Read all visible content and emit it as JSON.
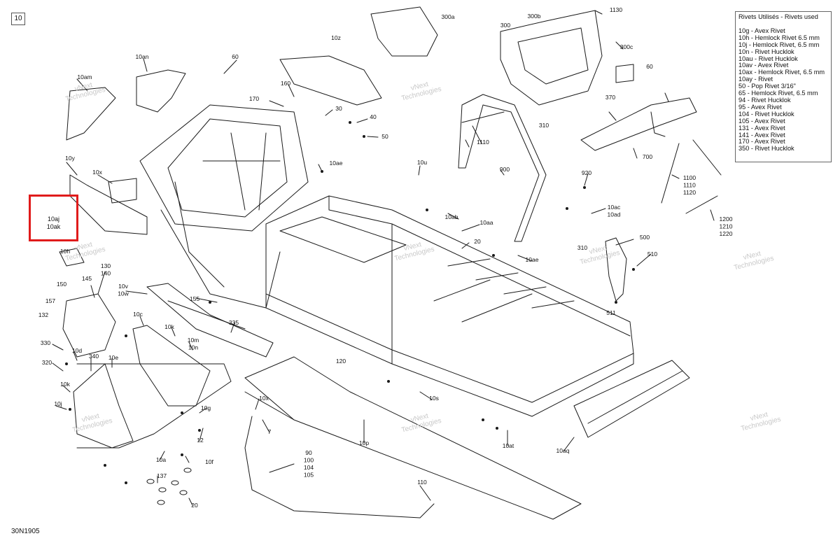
{
  "page": {
    "corner_label": "10",
    "drawing_number": "30N1905"
  },
  "legend": {
    "title": "Rivets Utilisés - Rivets used",
    "items": [
      "10g - Avex Rivet",
      "10h - Hemlock Rivet 6.5 mm",
      "10j - Hemlock Rivet, 6.5 mm",
      "10n - Rivet Hucklok",
      "10au - Rivet Hucklok",
      "10av - Avex Rivet",
      "10ax - Hemlock Rivet, 6.5 mm",
      "10ay - Rivet",
      "50 - Pop Rivet 3/16\"",
      "65 - Hemlock Rivet, 6.5 mm",
      "94 - Rivet Hucklok",
      "95 - Avex Rivet",
      "104 - Rivet Hucklok",
      "105 - Avex Rivet",
      "131 - Avex Rivet",
      "141 - Avex Rivet",
      "170 - Avex Rivet",
      "350 - Rivet Hucklok"
    ]
  },
  "highlight": {
    "label": "10aj\n10ak",
    "color": "#e01b1b"
  },
  "watermark": {
    "line1": "vNext",
    "line2": "Technologies"
  },
  "callouts": [
    "300a",
    "300b",
    "300",
    "1130",
    "300c",
    "60",
    "370",
    "310",
    "10z",
    "10an",
    "60",
    "160",
    "170",
    "30",
    "40",
    "50",
    "10am",
    "10h",
    "10y",
    "10x",
    "10ae",
    "10u",
    "1110",
    "900",
    "920",
    "700",
    "1100\n1110\n1120",
    "10ac\n10ad",
    "10ab",
    "10aa",
    "20",
    "10ae",
    "310",
    "500",
    "510",
    "511",
    "1200\n1210\n1220",
    "130\n140",
    "145",
    "150",
    "157",
    "132",
    "10v\n10w",
    "155",
    "335",
    "10c",
    "10k",
    "10m\n10n",
    "120",
    "330",
    "10d",
    "340",
    "10e",
    "320",
    "10k",
    "10j",
    "10s",
    "10x",
    "10g",
    "10at",
    "10aq",
    "10p",
    "7",
    "12",
    "10a",
    "10f",
    "137",
    "20",
    "90\n100\n104\n105",
    "110"
  ],
  "colors": {
    "line": "#1a1a1a",
    "highlight": "#e01b1b",
    "watermark": "#c8c8c8"
  }
}
